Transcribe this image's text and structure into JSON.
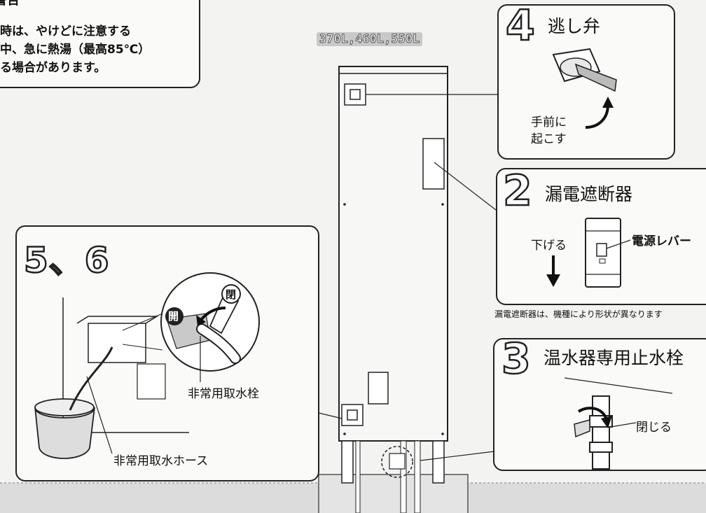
{
  "warning": {
    "heading": "警告",
    "lines": [
      "時は、やけどに注意する",
      "中、急に熱湯（最高85℃）",
      "る場合があります。"
    ]
  },
  "capacity_badge": "370L,460L,550L",
  "panel_4": {
    "number": "4",
    "title": "逃し弁",
    "instruction_line1": "手前に",
    "instruction_line2": "起こす"
  },
  "panel_2": {
    "number": "2",
    "title": "漏電遮断器",
    "action": "下げる",
    "lever_label": "電源レバー",
    "note": "漏電遮断器は、機種により形状が異なります"
  },
  "panel_3": {
    "number": "3",
    "title": "温水器専用止水栓",
    "action": "閉じる"
  },
  "panel_56": {
    "number": "5、6",
    "open_label": "開",
    "close_label": "閉",
    "faucet_label": "非常用取水栓",
    "hose_label": "非常用取水ホース"
  }
}
